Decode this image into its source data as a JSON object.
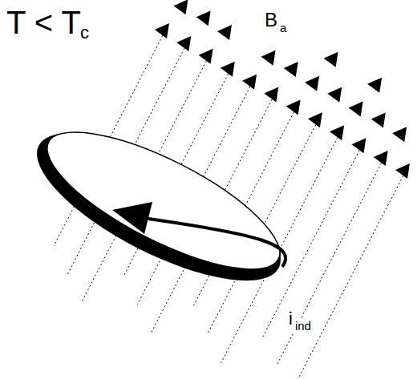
{
  "diagram": {
    "labels": [
      "T < T",
      "c",
      "B",
      "a",
      "i",
      "ind"
    ]
  }
}
